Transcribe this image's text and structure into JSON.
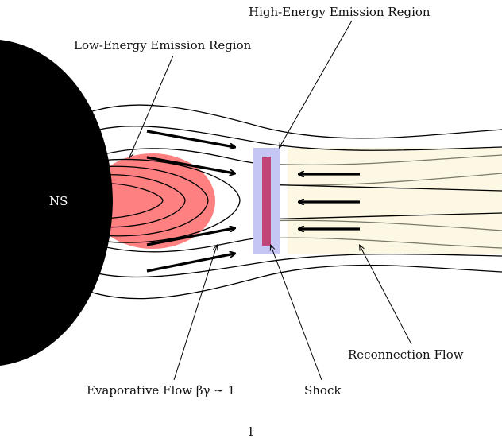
{
  "diagram": {
    "labels": {
      "neutron_star": "NS",
      "high_energy": "High-Energy Emission Region",
      "low_energy": "Low-Energy Emission Region",
      "reconnection": "Reconnection Flow",
      "evaporative": "Evaporative Flow βγ ∼ 1",
      "shock": "Shock",
      "page_number": "1"
    },
    "colors": {
      "neutron_star": "#000000",
      "low_energy_region": "#ff8080",
      "high_energy_region": "#c6c6f5",
      "shock": "#c2457a",
      "reconnection_flow": "#fdf8e3"
    }
  }
}
